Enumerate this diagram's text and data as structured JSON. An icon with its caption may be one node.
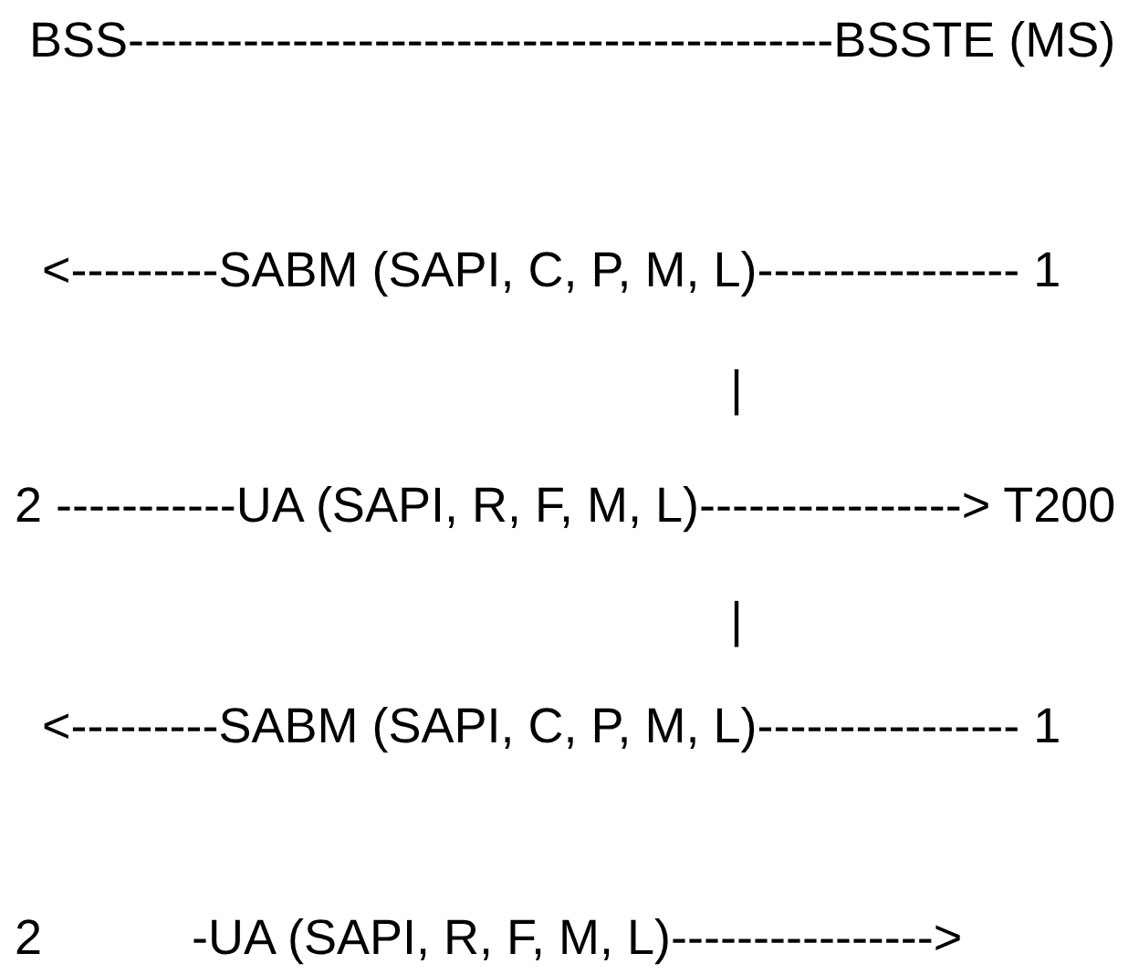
{
  "diagram": {
    "labels": [
      "BSS-------------------------------------------BSSTE (MS)",
      "<---------SABM (SAPI, C, P, M, L)---------------- 1",
      "|",
      "2 -----------UA (SAPI, R, F, M, L)----------------> T200",
      "|",
      "<---------SABM (SAPI, C, P, M, L)---------------- 1",
      "2",
      "-UA (SAPI, R, F, M, L)---------------->"
    ]
  }
}
